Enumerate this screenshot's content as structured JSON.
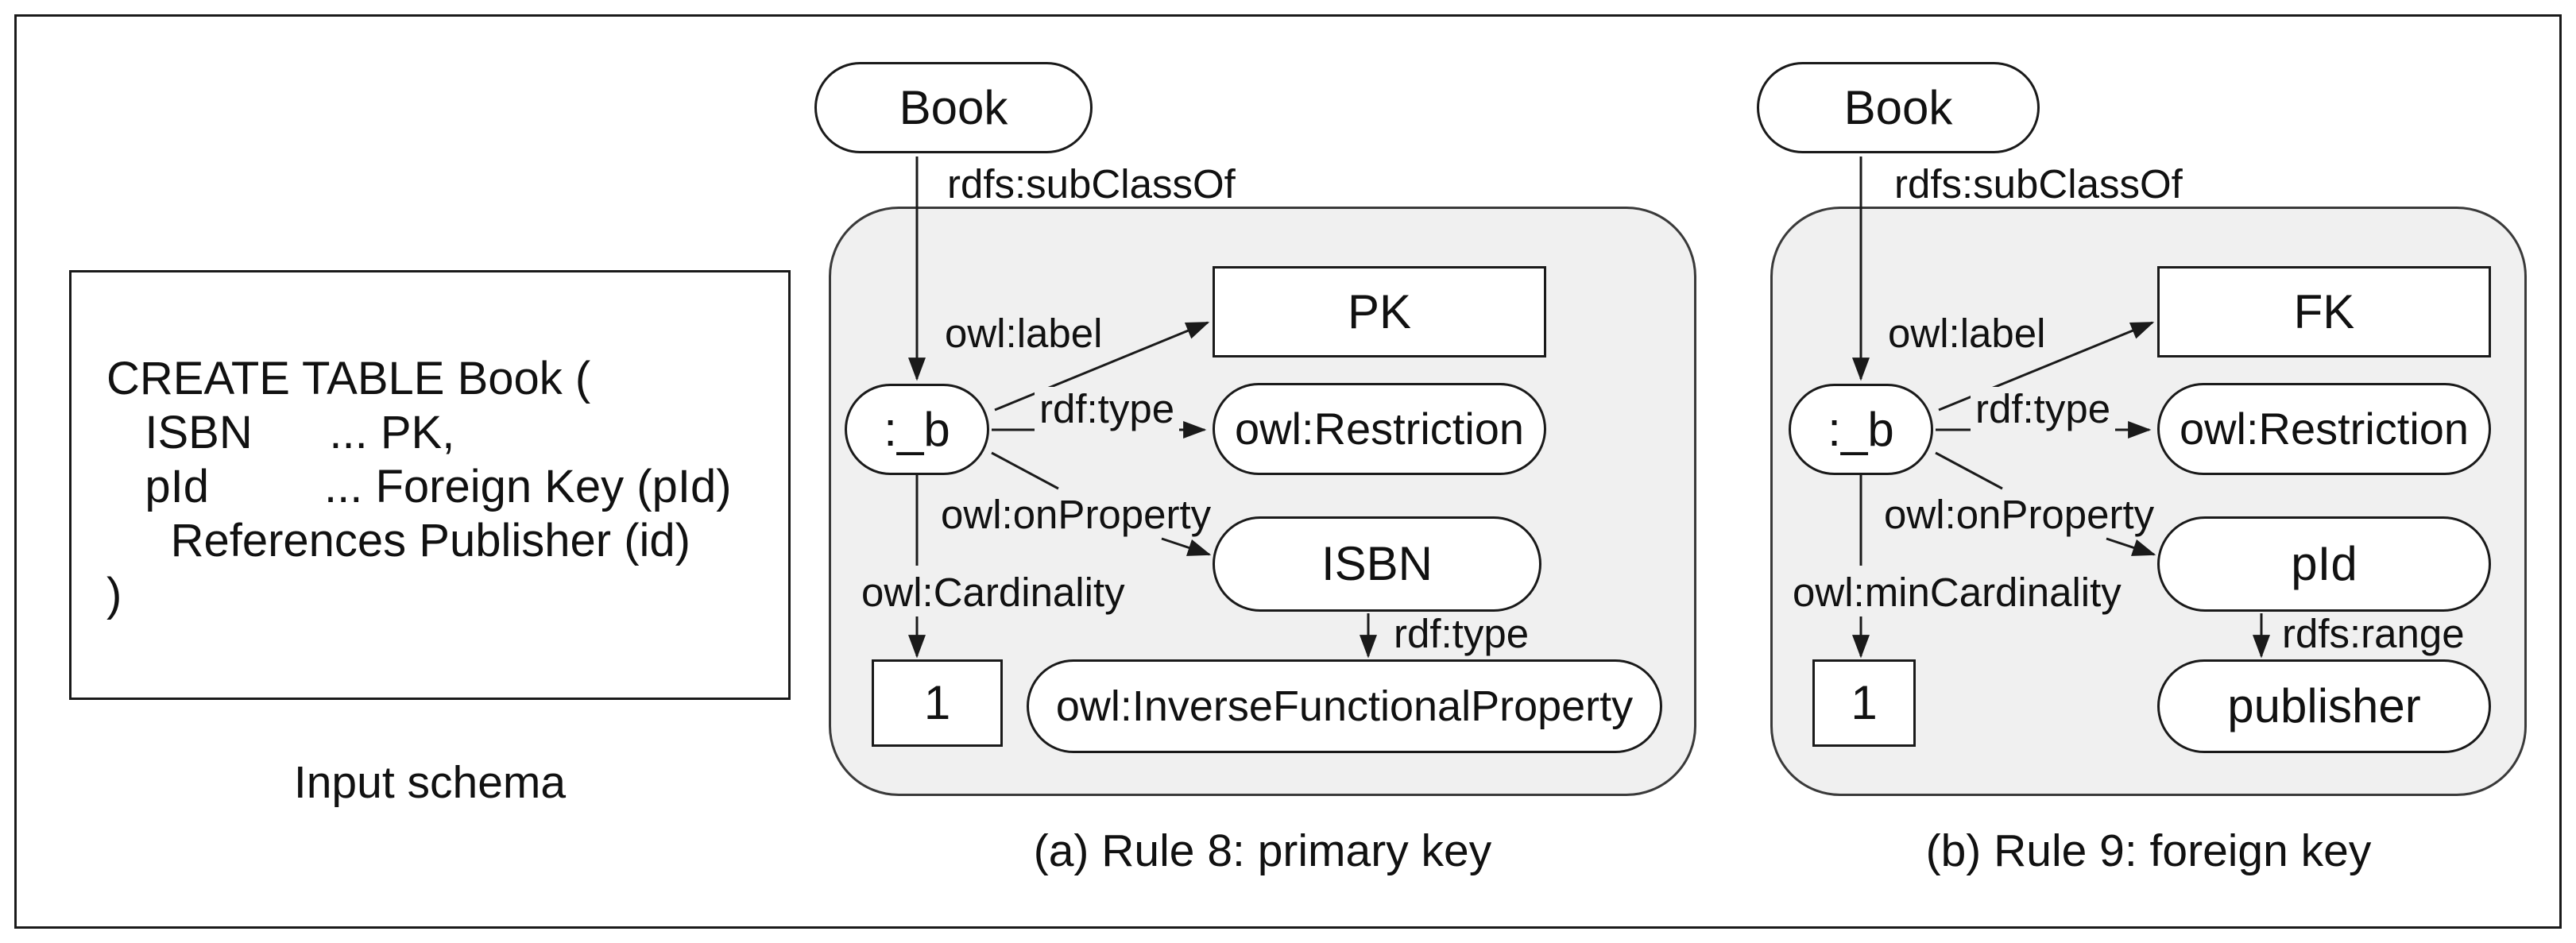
{
  "input_schema": {
    "code_lines": [
      "CREATE TABLE Book (",
      "   ISBN      ... PK,",
      "   pId         ... Foreign Key (pId)",
      "     References Publisher (id)",
      ")"
    ],
    "caption": "Input schema"
  },
  "rule8": {
    "caption": "(a) Rule 8: primary key",
    "nodes": {
      "class": "Book",
      "blank": ":_b",
      "label_value": "PK",
      "restriction": "owl:Restriction",
      "property": "ISBN",
      "cardinality_value": "1",
      "property_type": "owl:InverseFunctionalProperty"
    },
    "edges": {
      "subclassof": "rdfs:subClassOf",
      "label": "owl:label",
      "type": "rdf:type",
      "on_property": "owl:onProperty",
      "cardinality": "owl:Cardinality",
      "property_type": "rdf:type"
    }
  },
  "rule9": {
    "caption": "(b) Rule 9: foreign key",
    "nodes": {
      "class": "Book",
      "blank": ":_b",
      "label_value": "FK",
      "restriction": "owl:Restriction",
      "property": "pId",
      "cardinality_value": "1",
      "range_value": "publisher"
    },
    "edges": {
      "subclassof": "rdfs:subClassOf",
      "label": "owl:label",
      "type": "rdf:type",
      "on_property": "owl:onProperty",
      "min_cardinality": "owl:minCardinality",
      "range": "rdfs:range"
    }
  },
  "colors": {
    "background": "#ffffff",
    "container_fill": "#f0f0f0",
    "stroke": "#1a1a1a"
  }
}
